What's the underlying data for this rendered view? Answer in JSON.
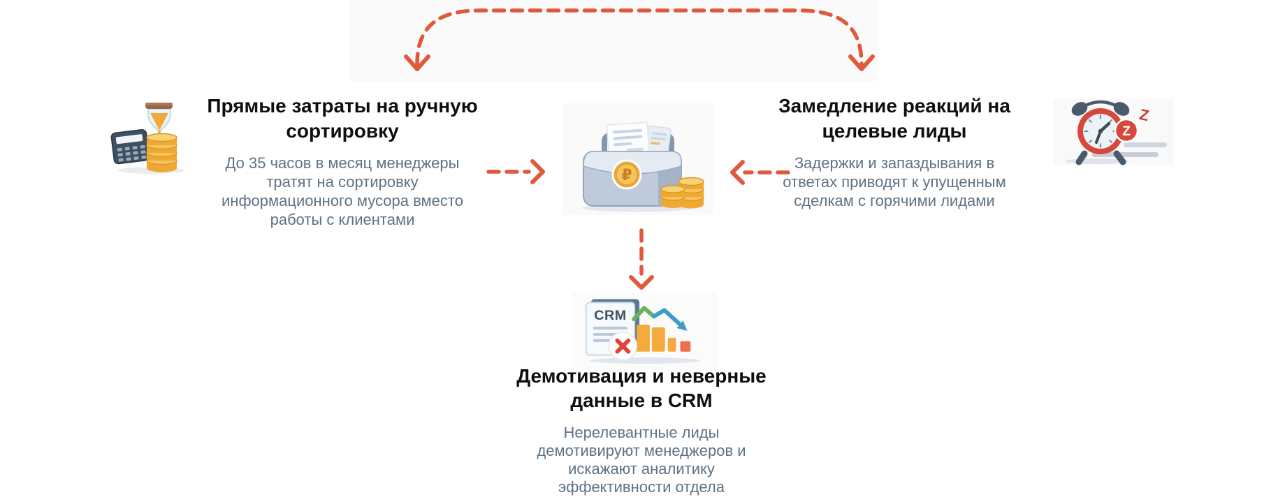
{
  "colors": {
    "arrow": "#E0593C",
    "heading_text": "#0F0F11",
    "body_text": "#5E7284",
    "background": "#FFFFFF"
  },
  "icons": {
    "left": "hourglass-calculator-coins",
    "center": "briefcase-with-ruble-coin",
    "right": "sleeping-alarm-clock",
    "bottom": "crm-document-declining-chart"
  },
  "icon_labels": {
    "crm": "CRM",
    "ruble": "₽",
    "z_badge": "Z",
    "z_float": "Z"
  },
  "blocks": {
    "left": {
      "title": "Прямые затраты на ручную\nсортировку",
      "body": "До 35 часов в месяц менеджеры\nтратят на сортировку\nинформационного мусора вместо\nработы с клиентами"
    },
    "right": {
      "title": "Замедление реакций на\nцелевые лиды",
      "body": "Задержки и запаздывания в\nответах приводят к упущенным\nсделкам с горячими лидами"
    },
    "bottom": {
      "title": "Демотивация и неверные\nданные в CRM",
      "body": "Нерелевантные лиды\nдемотивируют менеджеров и\nискажают аналитику\nэффективности отдела"
    }
  }
}
